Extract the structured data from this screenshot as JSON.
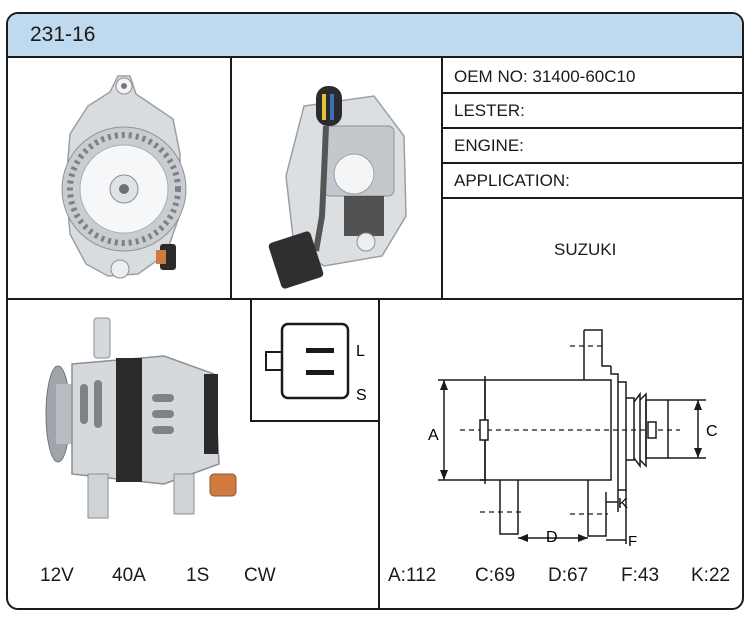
{
  "header": {
    "model": "231-16"
  },
  "info": {
    "oem_label": "OEM NO: 31400-60C10",
    "lester_label": "LESTER:",
    "engine_label": "ENGINE:",
    "application_label": "APPLICATION:",
    "application_value": "SUZUKI"
  },
  "connector": {
    "pin_top": "L",
    "pin_bottom": "S"
  },
  "specs": {
    "voltage": "12V",
    "amperage": "40A",
    "slots": "1S",
    "rotation": "CW"
  },
  "dimension_labels": {
    "a": "A",
    "c": "C",
    "d": "D",
    "f": "F",
    "k": "K"
  },
  "dimensions": {
    "a": "A:112",
    "c": "C:69",
    "d": "D:67",
    "f": "F:43",
    "k": "K:22"
  }
}
